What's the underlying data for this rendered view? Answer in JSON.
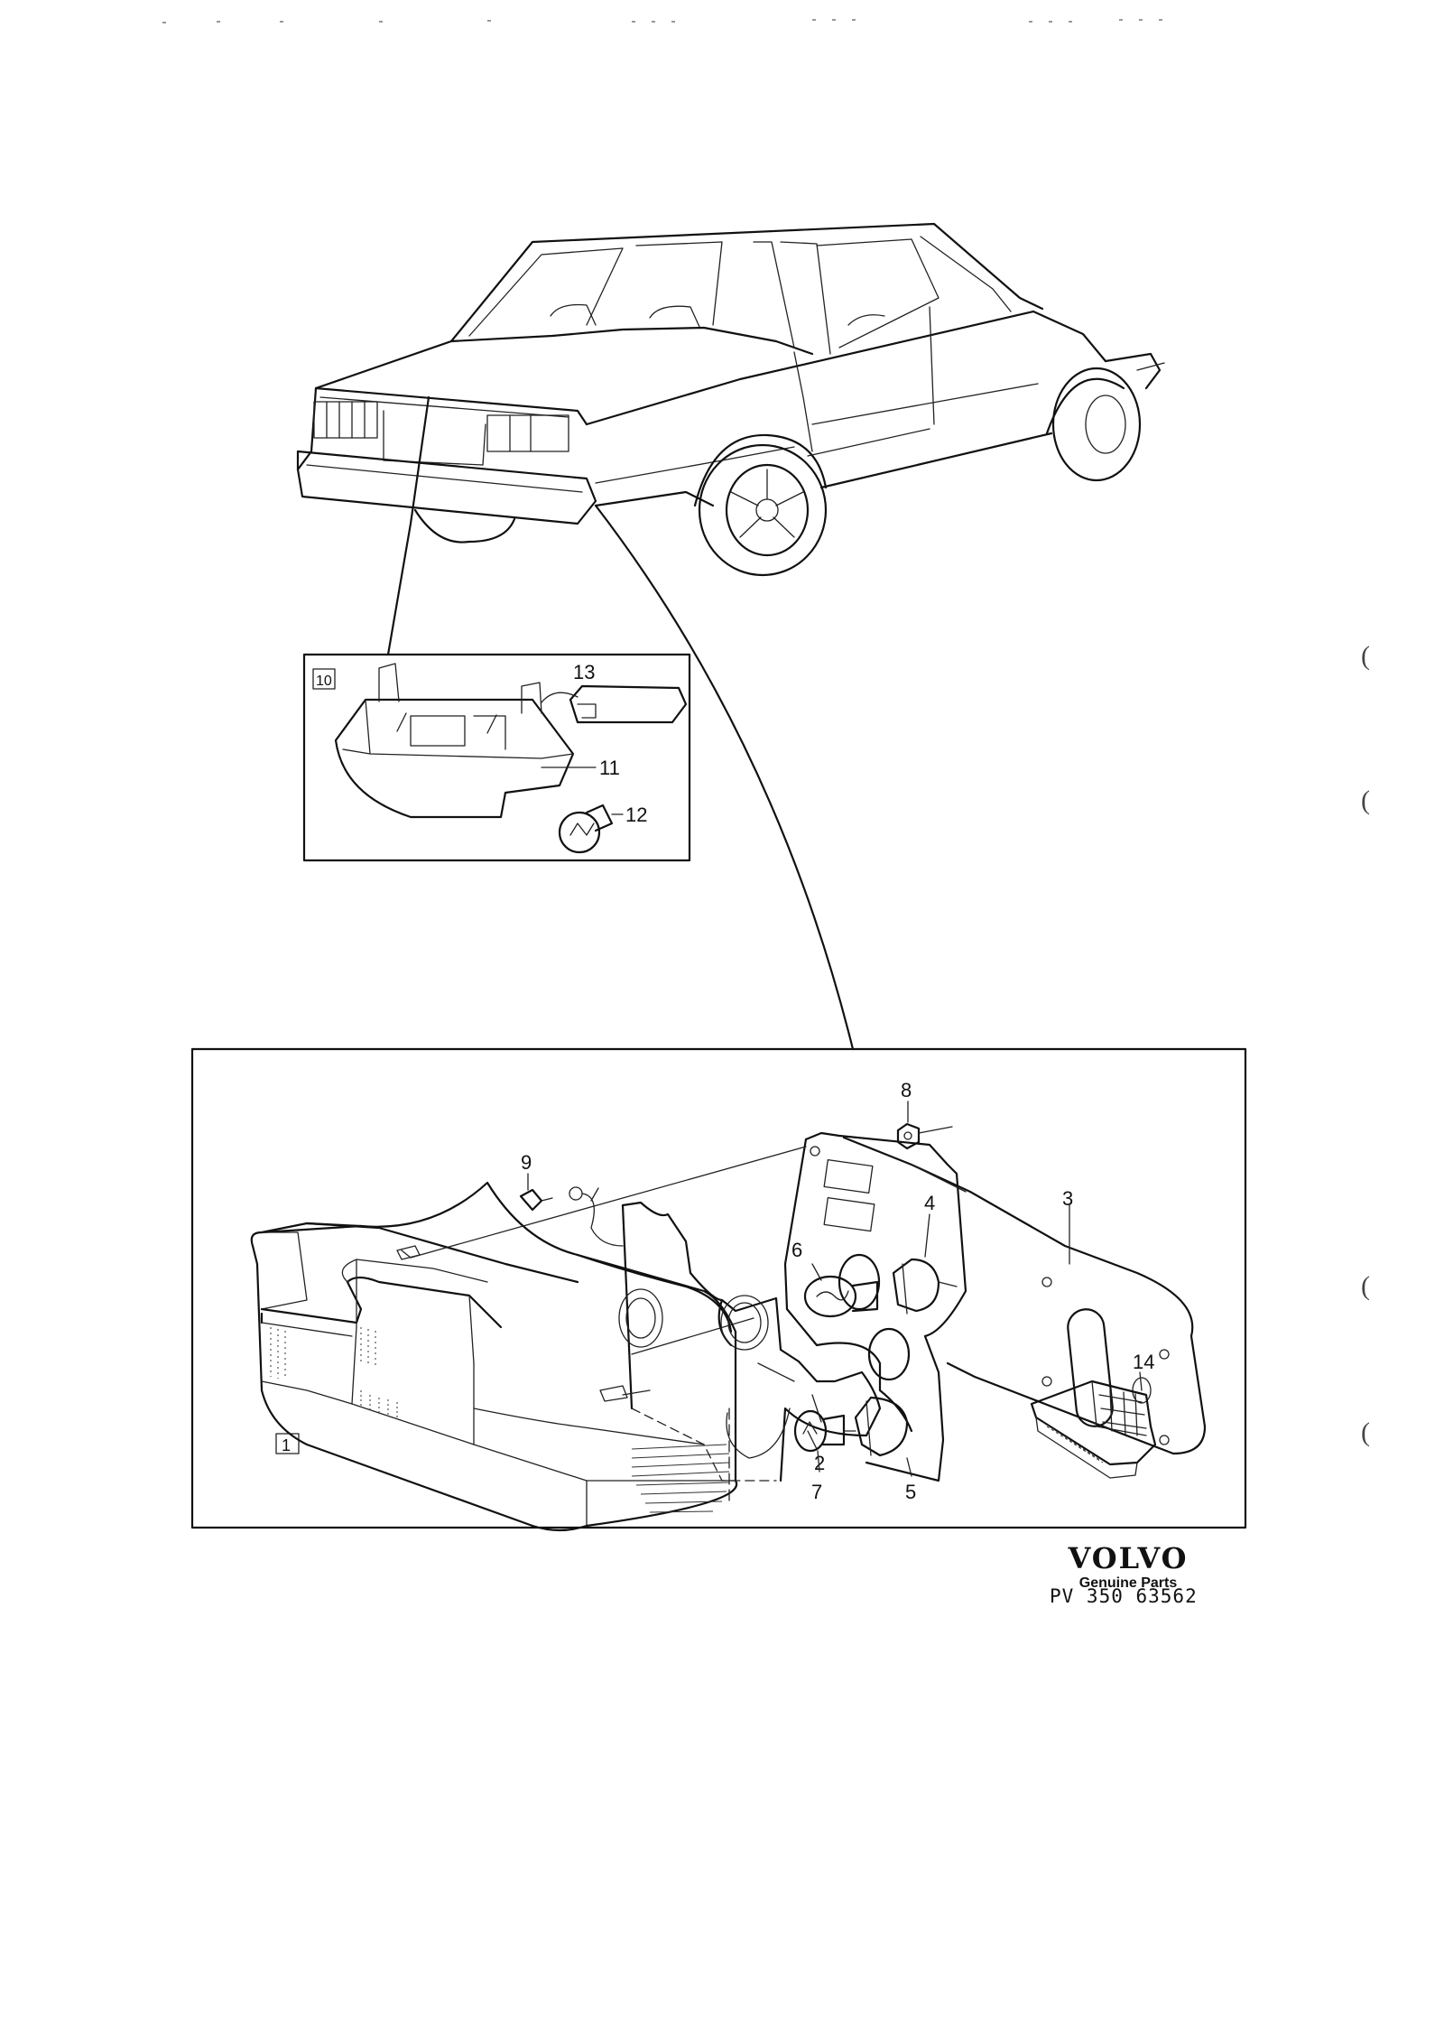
{
  "callouts": {
    "c1": "1",
    "c2": "2",
    "c3": "3",
    "c4": "4",
    "c5": "5",
    "c6": "6",
    "c7": "7",
    "c8": "8",
    "c9": "9",
    "c10": "10",
    "c11": "11",
    "c12": "12",
    "c13": "13",
    "c14": "14"
  },
  "brand": {
    "logo": "VOLVO",
    "subtitle": "Genuine Parts"
  },
  "reference": "PV  350 63562",
  "margin_marks": [
    "(",
    "(",
    "(",
    "("
  ]
}
